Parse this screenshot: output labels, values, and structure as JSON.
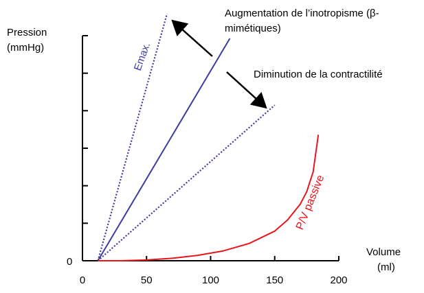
{
  "chart_data": {
    "type": "line",
    "title": "",
    "xlabel_lines": [
      "Volume",
      "(ml)"
    ],
    "ylabel_lines": [
      "Pression",
      "(mmHg)"
    ],
    "xlim": [
      0,
      200
    ],
    "x_ticks": [
      0,
      50,
      100,
      150,
      200
    ],
    "y_zero_label": "0",
    "y_tick_count": 6,
    "grid": false,
    "series": [
      {
        "name": "Emax.",
        "style": "dotted",
        "color": "#3d3aa0",
        "x": [
          12,
          66
        ],
        "y": [
          0,
          1.0
        ]
      },
      {
        "name": "",
        "style": "solid",
        "color": "#3d3aa0",
        "x": [
          12,
          115
        ],
        "y": [
          0,
          0.9
        ]
      },
      {
        "name": "",
        "style": "dotted",
        "color": "#3d3aa0",
        "x": [
          12,
          150
        ],
        "y": [
          0,
          0.63
        ]
      },
      {
        "name": "P/V passive",
        "style": "solid",
        "color": "#e8141b",
        "x": [
          12,
          30,
          50,
          70,
          90,
          110,
          130,
          150,
          160,
          170,
          175,
          180,
          184
        ],
        "y": [
          0,
          0.0,
          0.003,
          0.01,
          0.022,
          0.04,
          0.07,
          0.12,
          0.165,
          0.23,
          0.28,
          0.36,
          0.51
        ]
      }
    ],
    "annotations": [
      {
        "text_lines": [
          "Augmentation de l’inotropisme (β-",
          "mimétiques)"
        ],
        "arrow": "up-left"
      },
      {
        "text_lines": [
          "Diminution de la contractilité"
        ],
        "arrow": "down-right"
      }
    ]
  }
}
